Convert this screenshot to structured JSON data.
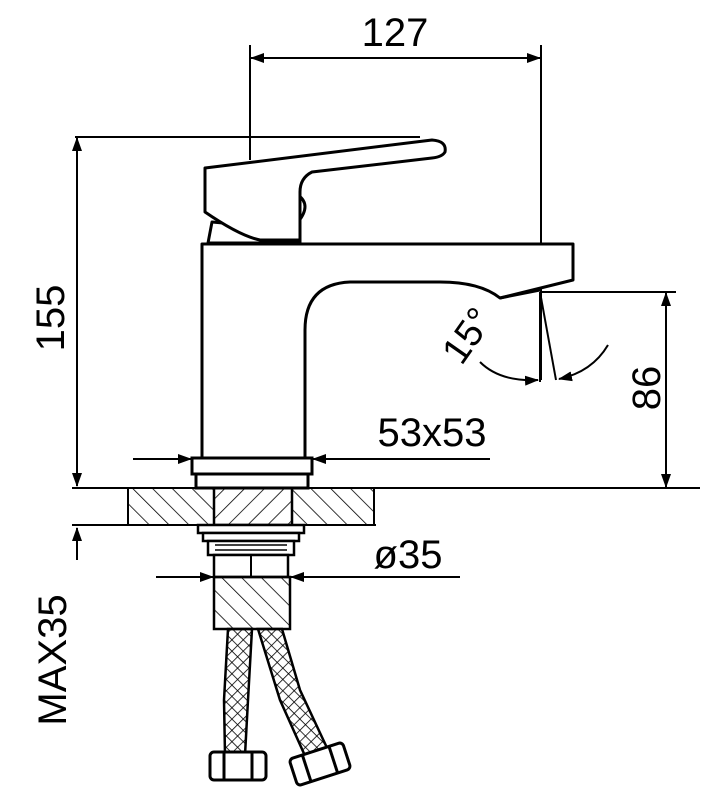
{
  "dimensions": {
    "width_127": "127",
    "height_155": "155",
    "spout_height_86": "86",
    "base_53x53": "53x53",
    "diameter_35": "ø35",
    "max_35": "MAX35",
    "angle_15": "15°"
  },
  "colors": {
    "line": "#000000",
    "background": "#ffffff"
  }
}
